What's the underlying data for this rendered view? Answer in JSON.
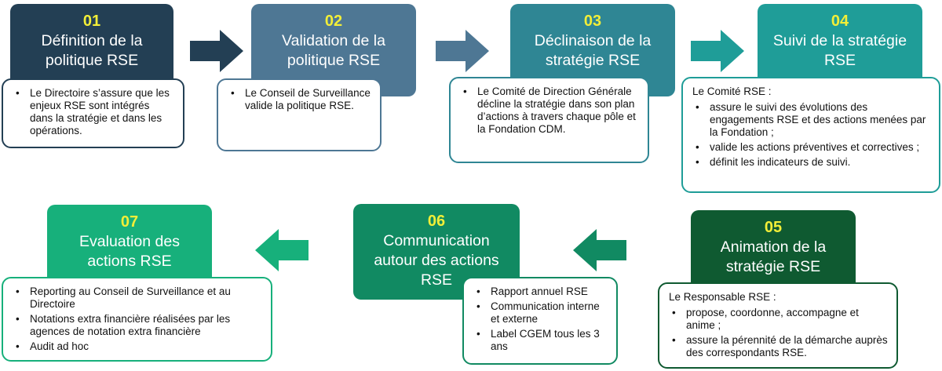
{
  "colors": {
    "step01": "#233f54",
    "step02": "#4e7794",
    "step03": "#2f8694",
    "step04": "#1f9d98",
    "step05": "#0f5a31",
    "step06": "#118a62",
    "step07": "#17b07b",
    "number": "#f2ee38"
  },
  "steps": [
    {
      "number": "01",
      "title": "Définition de la politique RSE",
      "intro": "",
      "bullets": [
        "Le Directoire s’assure que les enjeux RSE sont intégrés dans la stratégie et dans les opérations."
      ]
    },
    {
      "number": "02",
      "title": "Validation de la politique RSE",
      "intro": "",
      "bullets": [
        "Le Conseil de Surveillance valide la politique RSE."
      ]
    },
    {
      "number": "03",
      "title": "Déclinaison de la stratégie RSE",
      "intro": "",
      "bullets": [
        "Le Comité de Direction Générale décline la stratégie dans son plan d’actions à travers chaque pôle et la Fondation CDM."
      ]
    },
    {
      "number": "04",
      "title": "Suivi de la stratégie RSE",
      "intro": "Le Comité RSE :",
      "bullets": [
        "assure le suivi des évolutions des engagements RSE et des actions menées par la Fondation ;",
        "valide les actions préventives et correctives ;",
        "définit les indicateurs de suivi."
      ]
    },
    {
      "number": "05",
      "title": "Animation de la stratégie RSE",
      "intro": "Le Responsable RSE :",
      "bullets": [
        "propose, coordonne, accompagne et anime ;",
        "assure la pérennité de la démarche auprès des correspondants RSE."
      ]
    },
    {
      "number": "06",
      "title": "Communication autour des actions RSE",
      "intro": "",
      "bullets": [
        "Rapport annuel RSE",
        "Communication interne et externe",
        "Label CGEM tous les 3 ans"
      ]
    },
    {
      "number": "07",
      "title": "Evaluation des actions RSE",
      "intro": "",
      "bullets": [
        "Reporting au Conseil de Surveillance et au Directoire",
        "Notations extra financière réalisées par les agences de notation extra financière",
        "Audit ad hoc"
      ]
    }
  ]
}
